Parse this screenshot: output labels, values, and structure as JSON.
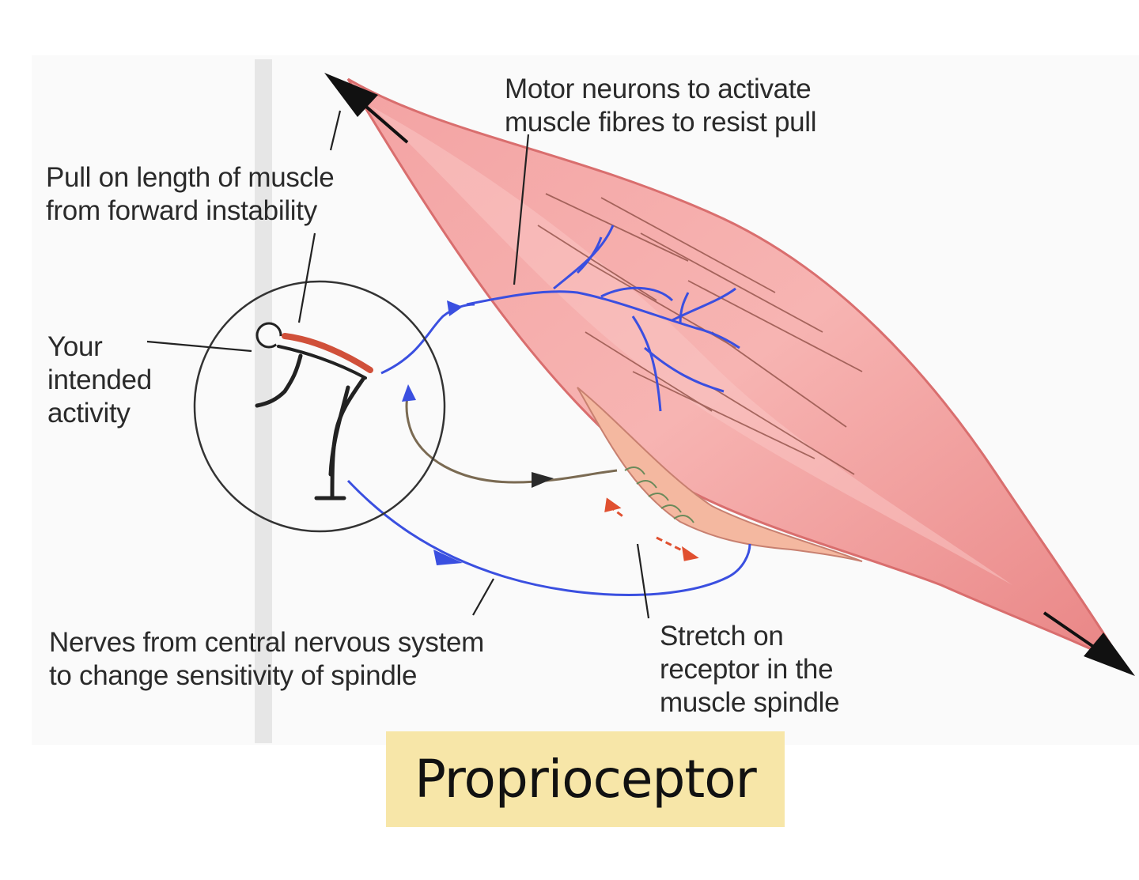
{
  "labels": {
    "motor": "Motor neurons to activate\nmuscle fibres to resist pull",
    "pull": "Pull on length of muscle\nfrom forward instability",
    "intended": "Your\nintended\nactivity",
    "nerves": "Nerves from central nervous system\nto change sensitivity of spindle",
    "stretch": "Stretch on\nreceptor in the\nmuscle spindle"
  },
  "title": "Proprioceptor",
  "colors": {
    "muscle": "#ef8f8f",
    "muscle_light": "#f6b0ae",
    "nerve_blue": "#3a4fe0",
    "sensory_brown": "#7a6a52",
    "title_bg": "#f7e6a8"
  }
}
